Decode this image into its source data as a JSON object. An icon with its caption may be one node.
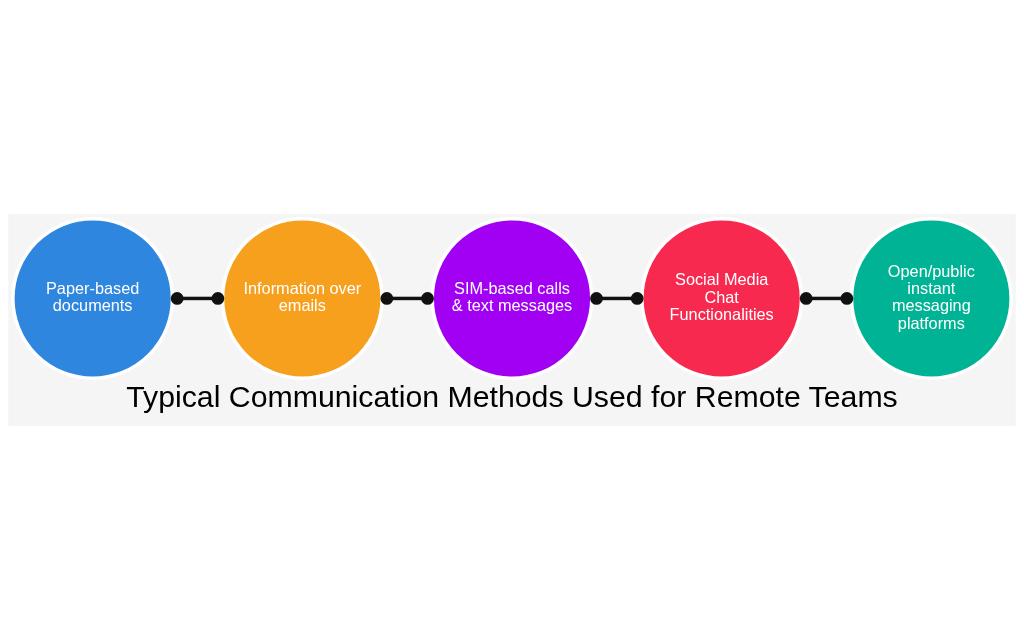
{
  "diagram": {
    "title": "Typical Communication Methods Used for Remote Teams",
    "nodes": [
      {
        "text": [
          "Paper-based documents"
        ]
      },
      {
        "text": [
          "Information over emails"
        ]
      },
      {
        "text": [
          "SIM-based calls & text messages"
        ]
      },
      {
        "text": [
          "Social Media Chat Functionalities"
        ]
      },
      {
        "text": [
          "Open/public instant messaging platforms"
        ]
      }
    ],
    "edges": [
      {
        "from": 0,
        "to": 1,
        "arrow": "other"
      },
      {
        "from": 1,
        "to": 2,
        "arrow": "other"
      },
      {
        "from": 2,
        "to": 3,
        "arrow": "other"
      },
      {
        "from": 3,
        "to": 4,
        "arrow": "other"
      }
    ]
  }
}
